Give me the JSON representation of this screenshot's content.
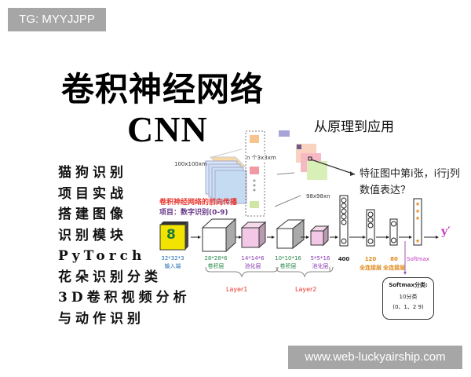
{
  "watermarks": {
    "top_left": "TG: MYYJJPP",
    "bottom_right": "www.web-luckyairship.com"
  },
  "header": {
    "title": "卷积神经网络",
    "subtitle_en": "CNN",
    "tagline": "从原理到应用"
  },
  "features": [
    "猫狗识别",
    "项目实战",
    "搭建图像",
    "识别模块",
    "PyTorch",
    "花朵识别分类",
    "3D卷积视频分析",
    "与动作识别"
  ],
  "diagram_top": {
    "input_label": "100x100xm",
    "kernel_label": "n 个3x3xm",
    "output_label": "98x98xn",
    "question": "特征图中第i张，i行j列数值表达？",
    "caption_red": "卷积神经网络的前向传播",
    "caption_purple": "项目：数字识别(0-9)"
  },
  "pipeline": {
    "input": {
      "glyph": "8",
      "size": "32*32*3",
      "name": "输入端"
    },
    "conv1": {
      "size": "28*28*6",
      "name": "卷积层"
    },
    "pool1": {
      "size": "14*14*6",
      "name": "池化层"
    },
    "conv2": {
      "size": "10*10*16",
      "name": "卷积层"
    },
    "pool2": {
      "size": "5*5*16",
      "name": "池化层"
    },
    "fc400": {
      "size": "400"
    },
    "fc120": {
      "size": "120",
      "name": "全连接层"
    },
    "fc80": {
      "size": "80",
      "name": "全连接层"
    },
    "softmax": {
      "label": "Softmax"
    },
    "output": "y′",
    "layer1": "Layer1",
    "layer2": "Layer2"
  },
  "softmax_box": {
    "title": "Softmax分类:",
    "line1": "10分类",
    "line2": "(0、1、2   9)"
  },
  "colors": {
    "input_yellow": "#f2e400",
    "pool_pink": "#f3c8e6",
    "label_red": "#e8332a",
    "label_green": "#2a8a4a",
    "label_orange": "#e08a1a",
    "output_magenta": "#c03ac0",
    "watermark_gray": "#a6a6a6"
  }
}
